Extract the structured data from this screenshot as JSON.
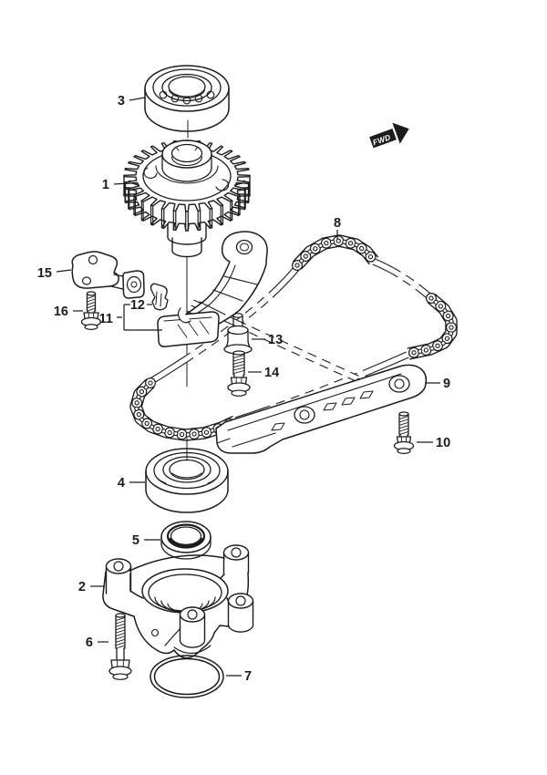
{
  "diagram": {
    "background_color": "#ffffff",
    "line_color": "#1c1c1c",
    "fwd_badge": {
      "label": "FWD"
    },
    "callouts": [
      {
        "number": "1"
      },
      {
        "number": "2"
      },
      {
        "number": "3"
      },
      {
        "number": "4"
      },
      {
        "number": "5"
      },
      {
        "number": "6"
      },
      {
        "number": "7"
      },
      {
        "number": "8"
      },
      {
        "number": "9"
      },
      {
        "number": "10"
      },
      {
        "number": "11"
      },
      {
        "number": "12"
      },
      {
        "number": "13"
      },
      {
        "number": "14"
      },
      {
        "number": "15"
      },
      {
        "number": "16"
      }
    ]
  }
}
